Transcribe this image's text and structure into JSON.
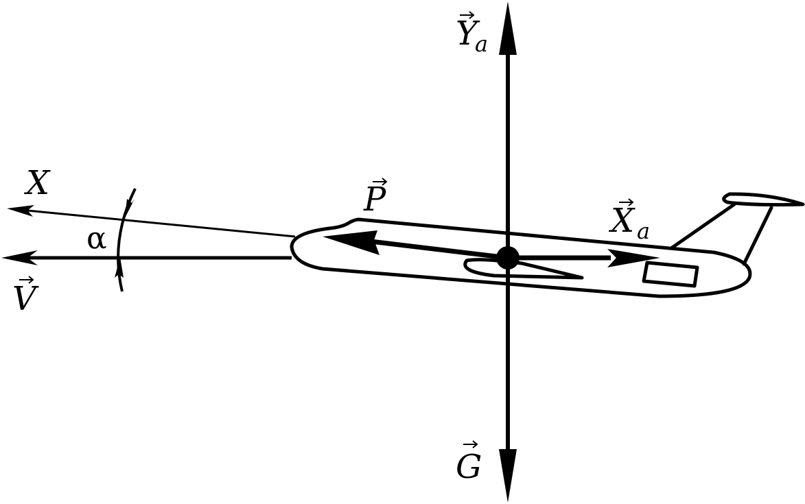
{
  "diagram": {
    "labels": {
      "lift": {
        "main": "Y",
        "sub": "a"
      },
      "drag": {
        "main": "X",
        "sub": "a"
      },
      "thrust": {
        "main": "P"
      },
      "weight": {
        "main": "G"
      },
      "velocity": {
        "main": "V"
      },
      "body_axis": {
        "main": "X"
      },
      "angle_of_attack": {
        "main": "α"
      }
    },
    "colors": {
      "stroke": "#000000",
      "background": "#ffffff"
    }
  }
}
